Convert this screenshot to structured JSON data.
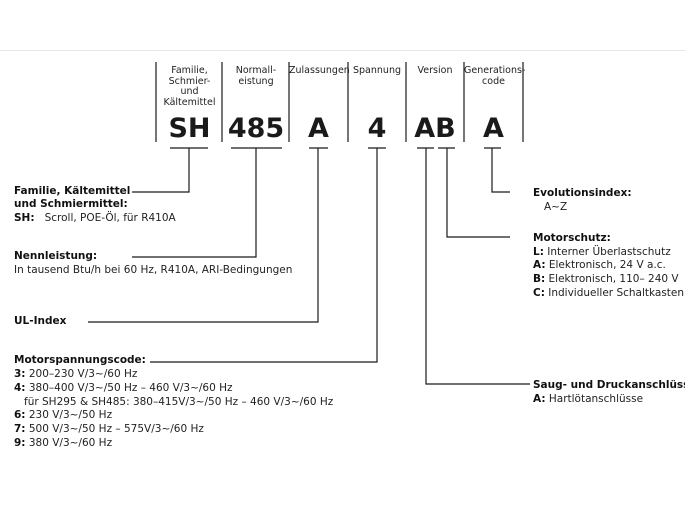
{
  "header": {
    "columns": [
      {
        "key": "family",
        "label_lines": [
          "Familie,",
          "Schmier-",
          "und",
          "Kältemittel"
        ],
        "code": "SH"
      },
      {
        "key": "power",
        "label_lines": [
          "Normall-",
          "eistung"
        ],
        "code": "485"
      },
      {
        "key": "approvals",
        "label_lines": [
          "Zulassungen"
        ],
        "code": "A"
      },
      {
        "key": "voltage",
        "label_lines": [
          "Spannung"
        ],
        "code": "4"
      },
      {
        "key": "version",
        "label_lines": [
          "Version"
        ],
        "code": "AB"
      },
      {
        "key": "generation",
        "label_lines": [
          "Generations-",
          "code"
        ],
        "code": "A"
      }
    ]
  },
  "left": {
    "family": {
      "title_lines": [
        "Familie, Kältemittel",
        "und Schmiermittel:"
      ],
      "entry_key": "SH:",
      "entry_value": "Scroll, POE-Öl, für R410A"
    },
    "power": {
      "title": "Nennleistung:",
      "text": "In tausend Btu/h bei 60 Hz, R410A, ARI-Bedingungen"
    },
    "ul": {
      "title": "UL-Index"
    },
    "voltage": {
      "title": "Motorspannungscode:",
      "rows": [
        {
          "key": "3:",
          "value": "200–230 V/3~/60 Hz"
        },
        {
          "key": "4:",
          "value": "380–400 V/3~/50 Hz – 460 V/3~/60 Hz"
        },
        {
          "key": "",
          "value": "für SH295 & SH485: 380–415V/3~/50 Hz – 460 V/3~/60 Hz"
        },
        {
          "key": "6:",
          "value": "230 V/3~/50 Hz"
        },
        {
          "key": "7:",
          "value": "500 V/3~/50 Hz – 575V/3~/60 Hz"
        },
        {
          "key": "9:",
          "value": "380 V/3~/60 Hz"
        }
      ]
    }
  },
  "right": {
    "evolution": {
      "title": "Evolutionsindex:",
      "value": "A~Z"
    },
    "motor": {
      "title": "Motorschutz:",
      "rows": [
        {
          "key": "L:",
          "value": "Interner Überlastschutz"
        },
        {
          "key": "A:",
          "value": "Elektronisch, 24 V a.c."
        },
        {
          "key": "B:",
          "value": "Elektronisch, 110– 240 V"
        },
        {
          "key": "C:",
          "value": "Individueller Schaltkasten"
        }
      ]
    },
    "connections": {
      "title": "Saug- und Druckanschlüsse:",
      "row": {
        "key": "A:",
        "value": "Hartlötanschlüsse"
      }
    }
  }
}
